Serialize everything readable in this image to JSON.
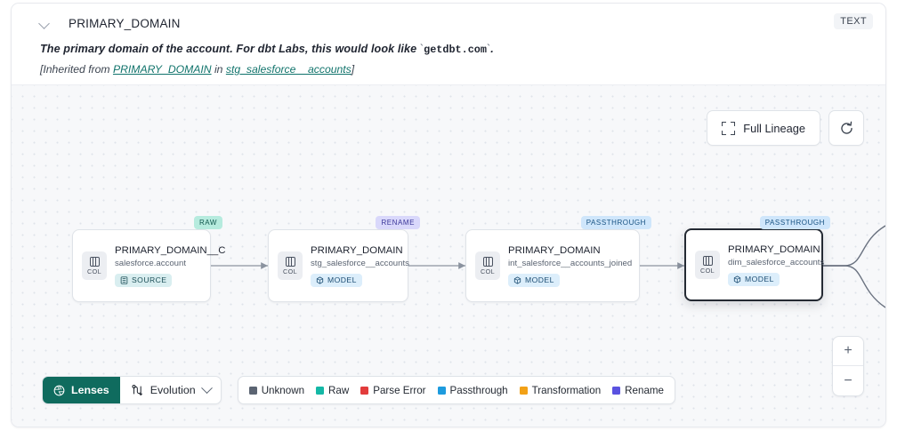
{
  "header": {
    "collapse_icon": "chevron-down-icon",
    "title": "PRIMARY_DOMAIN",
    "type_badge": "TEXT",
    "description_pre": "The primary domain of the account. For dbt Labs, this would look like ",
    "description_code": "getdbt.com",
    "description_post": ".",
    "inherited_pre": "[Inherited from ",
    "inherited_link1": "PRIMARY_DOMAIN",
    "inherited_mid": " in ",
    "inherited_link2": "stg_salesforce__accounts",
    "inherited_post": "]"
  },
  "toolbar": {
    "full_lineage_label": "Full Lineage",
    "full_lineage_icon": "expand-icon",
    "refresh_icon": "refresh-icon"
  },
  "zoom_controls": {
    "zoom_in": "+",
    "zoom_out": "−"
  },
  "graph": {
    "column_icon_label": "COL",
    "nodes": [
      {
        "name": "PRIMARY_DOMAIN__C",
        "table": "salesforce.account",
        "kind": "SOURCE",
        "kind_icon": "source-icon",
        "tag": "RAW",
        "tag_type": "raw",
        "selected": false
      },
      {
        "name": "PRIMARY_DOMAIN",
        "table": "stg_salesforce__accounts",
        "kind": "MODEL",
        "kind_icon": "model-icon",
        "tag": "RENAME",
        "tag_type": "rename",
        "selected": false
      },
      {
        "name": "PRIMARY_DOMAIN",
        "table": "int_salesforce__accounts_joined",
        "kind": "MODEL",
        "kind_icon": "model-icon",
        "tag": "PASSTHROUGH",
        "tag_type": "passthrough",
        "selected": false
      },
      {
        "name": "PRIMARY_DOMAIN",
        "table": "dim_salesforce_accounts",
        "kind": "MODEL",
        "kind_icon": "model-icon",
        "tag": "PASSTHROUGH",
        "tag_type": "passthrough",
        "selected": true
      }
    ]
  },
  "bottom_bar": {
    "lenses_label": "Lenses",
    "lenses_icon": "aperture-icon",
    "evolution_label": "Evolution",
    "evolution_icon": "route-icon",
    "evolution_chevron": "chevron-down-icon",
    "legend": [
      {
        "label": "Unknown",
        "color": "#5b6472"
      },
      {
        "label": "Raw",
        "color": "#14b8a6"
      },
      {
        "label": "Parse Error",
        "color": "#e23c3c"
      },
      {
        "label": "Passthrough",
        "color": "#1d9bde"
      },
      {
        "label": "Transformation",
        "color": "#f2a117"
      },
      {
        "label": "Rename",
        "color": "#5a52e0"
      }
    ]
  }
}
